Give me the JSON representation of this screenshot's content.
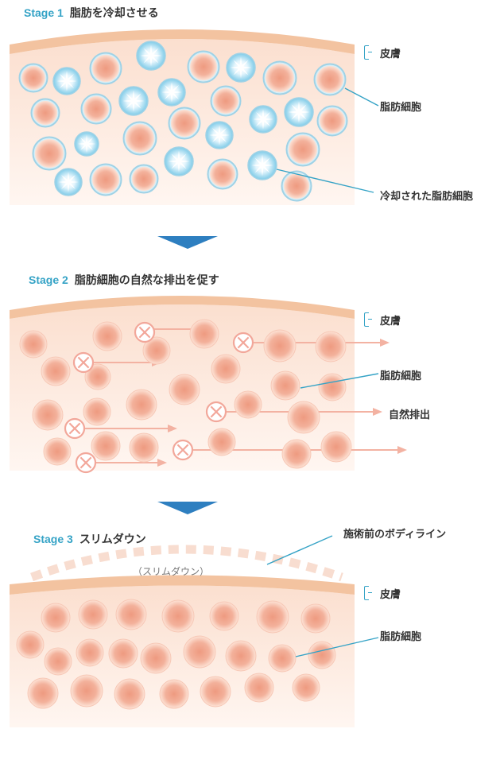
{
  "stage1": {
    "tag": "Stage 1",
    "title": "脂肪を冷却させる",
    "label_skin": "皮膚",
    "label_fat": "脂肪細胞",
    "label_frozen": "冷却された脂肪細胞"
  },
  "stage2": {
    "tag": "Stage 2",
    "title": "脂肪細胞の自然な排出を促す",
    "label_skin": "皮膚",
    "label_fat": "脂肪細胞",
    "label_excrete": "自然排出"
  },
  "stage3": {
    "tag": "Stage 3",
    "title": "スリムダウン",
    "label_before": "施術前のボディライン",
    "label_slim": "（スリムダウン）",
    "label_skin": "皮膚",
    "label_fat": "脂肪細胞"
  },
  "colors": {
    "accent": "#35a3c6",
    "arrow_down": "#2e7fc0",
    "skin": "#f3c3a0",
    "fat_core": "#f1a188",
    "fat_glow": "#fde3d6",
    "frozen": "#c7e8f6"
  }
}
